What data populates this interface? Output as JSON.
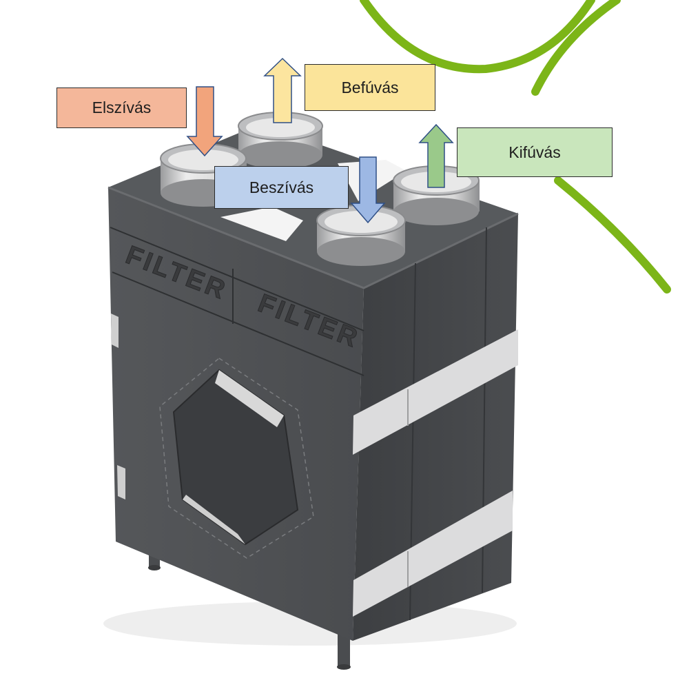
{
  "labels": {
    "elszivas": {
      "text": "Elszívás",
      "fill": "#F4B79A",
      "arrow": "#F2A47C",
      "direction": "down"
    },
    "befuvas": {
      "text": "Befúvás",
      "fill": "#FBE49A",
      "arrow": "#FCE59F",
      "direction": "up"
    },
    "kifuvas": {
      "text": "Kifúvás",
      "fill": "#C9E6BC",
      "arrow": "#9AC98A",
      "direction": "up"
    },
    "beszivas": {
      "text": "Beszívás",
      "fill": "#BCD0EC",
      "arrow": "#9DB8E4",
      "direction": "down"
    }
  },
  "unit": {
    "panel_left_text": "FILTER",
    "panel_right_text": "FILTER",
    "body_color": "#4b4d50",
    "band_color": "#d9dadb"
  },
  "decor": {
    "accent_color": "#7CB518"
  }
}
